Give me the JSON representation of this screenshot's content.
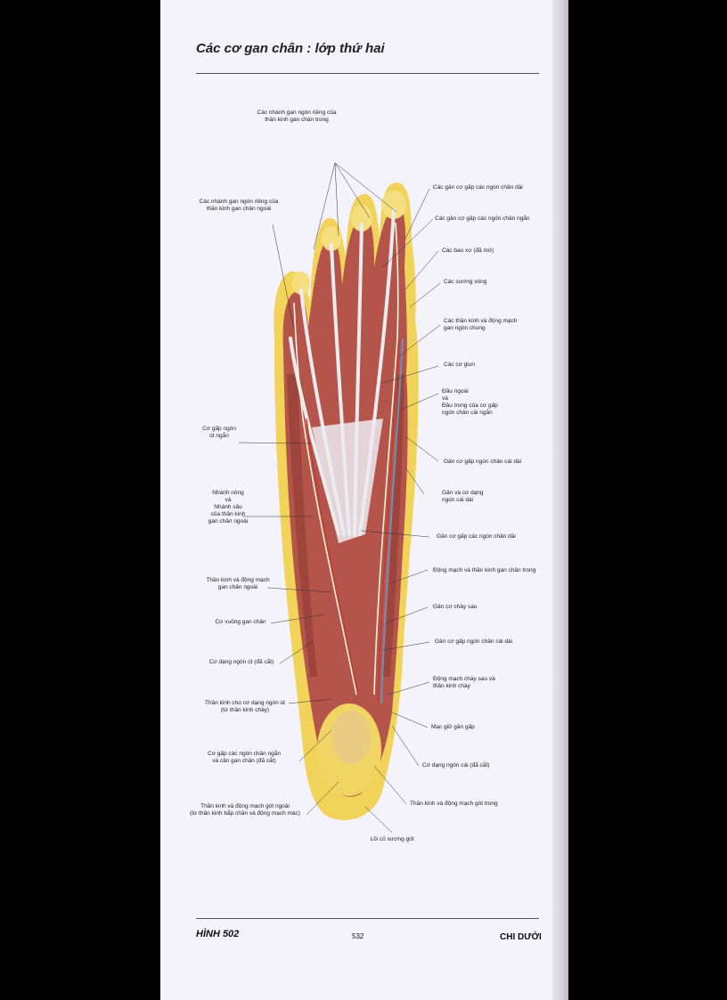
{
  "page": {
    "title": "Các cơ gan chân : lớp thứ hai",
    "figure_number": "HÌNH 502",
    "page_number": "532",
    "section": "CHI DƯỚI"
  },
  "labels": [
    [
      "Các nhánh gan ngón riêng của",
      "thần kinh gan chân trong"
    ],
    [
      "Các nhánh gan ngón riêng của",
      "thần kinh gan chân ngoài"
    ],
    [
      "Các gân cơ gấp các ngón chân dài"
    ],
    [
      "Các gân cơ gấp các ngón chân ngắn"
    ],
    [
      "Các bao xơ (đã mở)"
    ],
    [
      "Các sương vòng"
    ],
    [
      "Các thần kinh và động mạch",
      "gan ngón chung"
    ],
    [
      "Các cơ giun"
    ],
    [
      "Đầu ngoài",
      "và",
      "Đầu trong của cơ gấp",
      "ngón chân cái ngắn"
    ],
    [
      "Gân cơ gấp ngón chân cái dài"
    ],
    [
      "Gân và cơ dạng",
      "ngón cái dài"
    ],
    [
      "Gân cơ gấp các ngón chân dài"
    ],
    [
      "Động mạch và thần kinh gan chân trong"
    ],
    [
      "Gân cơ chày sau"
    ],
    [
      "Gân cơ gấp ngón chân cái dài"
    ],
    [
      "Động mạch chày sau và",
      "thần kinh chày"
    ],
    [
      "Mạc giữ gân gấp"
    ],
    [
      "Cơ dạng ngón cái (đã cắt)"
    ],
    [
      "Thần kinh và động mạch gót trong"
    ],
    [
      "Lồi củ xương gót"
    ],
    [
      "Cơ gấp ngón",
      "út ngắn"
    ],
    [
      "Nhánh nông",
      "và",
      "Nhánh sâu",
      "của thần kinh",
      "gan chân ngoài"
    ],
    [
      "Thần kinh và động mạch",
      "gan chân ngoài"
    ],
    [
      "Cơ vuông gan chân"
    ],
    [
      "Cơ dạng ngón út (đã cắt)"
    ],
    [
      "Thần kinh cho cơ dạng ngón út",
      "(từ thần kinh chày)"
    ],
    [
      "Cơ gấp các ngón chân ngắn",
      "và cân gan chân (đã cắt)"
    ],
    [
      "Thần kinh và động mạch gót ngoài",
      "(từ thần kinh bắp chân và động mạch mác)"
    ]
  ],
  "colors": {
    "muscle": "#b5544a",
    "muscle_dark": "#8e3a34",
    "fat": "#f2d35a",
    "tendon": "#e8e2ea",
    "nerve": "#f6f3d8",
    "artery": "#c0392b",
    "vein": "#6f8fb8"
  }
}
